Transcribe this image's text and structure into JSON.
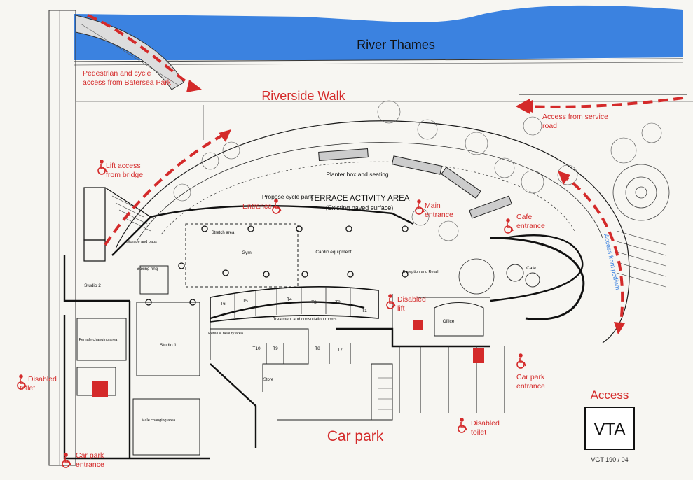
{
  "river": {
    "label": "River Thames",
    "color": "#3b82e0"
  },
  "walk": {
    "label": "Riverside Walk"
  },
  "accent_color": "#d42a2a",
  "access_labels": [
    {
      "id": "pedestrian-access",
      "lines": [
        "Pedestrian and cycle",
        "access from Batersea Park"
      ]
    },
    {
      "id": "service-road-access",
      "lines": [
        "Access from service",
        "road"
      ]
    },
    {
      "id": "lift-bridge",
      "lines": [
        "Lift access",
        "from bridge"
      ]
    },
    {
      "id": "entrance",
      "lines": [
        "Entrance"
      ]
    },
    {
      "id": "main-entrance",
      "lines": [
        "Main",
        "entrance"
      ]
    },
    {
      "id": "cafe-entrance",
      "lines": [
        "Cafe",
        "entrance"
      ]
    },
    {
      "id": "disabled-lift",
      "lines": [
        "Disabled",
        "lift"
      ]
    },
    {
      "id": "disabled-toilet-left",
      "lines": [
        "Disabled",
        "toilet"
      ]
    },
    {
      "id": "disabled-toilet-right",
      "lines": [
        "Disabled",
        "toilet"
      ]
    },
    {
      "id": "car-park-entrance-right",
      "lines": [
        "Car park",
        "entrance"
      ]
    },
    {
      "id": "car-park-entrance-left",
      "lines": [
        "Car park",
        "entrance"
      ]
    },
    {
      "id": "access-from-podium",
      "lines": [
        "Access from podium"
      ]
    }
  ],
  "car_park": {
    "label": "Car park"
  },
  "plan_labels": {
    "terrace": "TERRACE ACTIVITY AREA",
    "terrace_sub": "(Existing paved surface)",
    "planter": "Planter box and seating",
    "cycle": "Propose cycle park",
    "gym": "Gym",
    "cardio": "Cardio equipment",
    "stretch": "Stretch area",
    "studio1": "Studio 1",
    "studio2": "Studio 2",
    "boxing": "Boxing ring",
    "cafe": "Cafe",
    "office": "Office",
    "reception": "Reception and Retail",
    "store": "Store",
    "treatment": "Treatment and consultation rooms",
    "retail_beauty": "Retail & beauty area",
    "female_changing": "Female changing area",
    "male_changing": "Male changing area",
    "storage": "Storage and bags"
  },
  "treatment_rooms": [
    "T6",
    "T5",
    "T4",
    "T3",
    "T2",
    "T1",
    "T10",
    "T9",
    "T8",
    "T7"
  ],
  "logo": {
    "title": "Access",
    "mark": "VTA",
    "code": "VGT 190 / 04"
  }
}
